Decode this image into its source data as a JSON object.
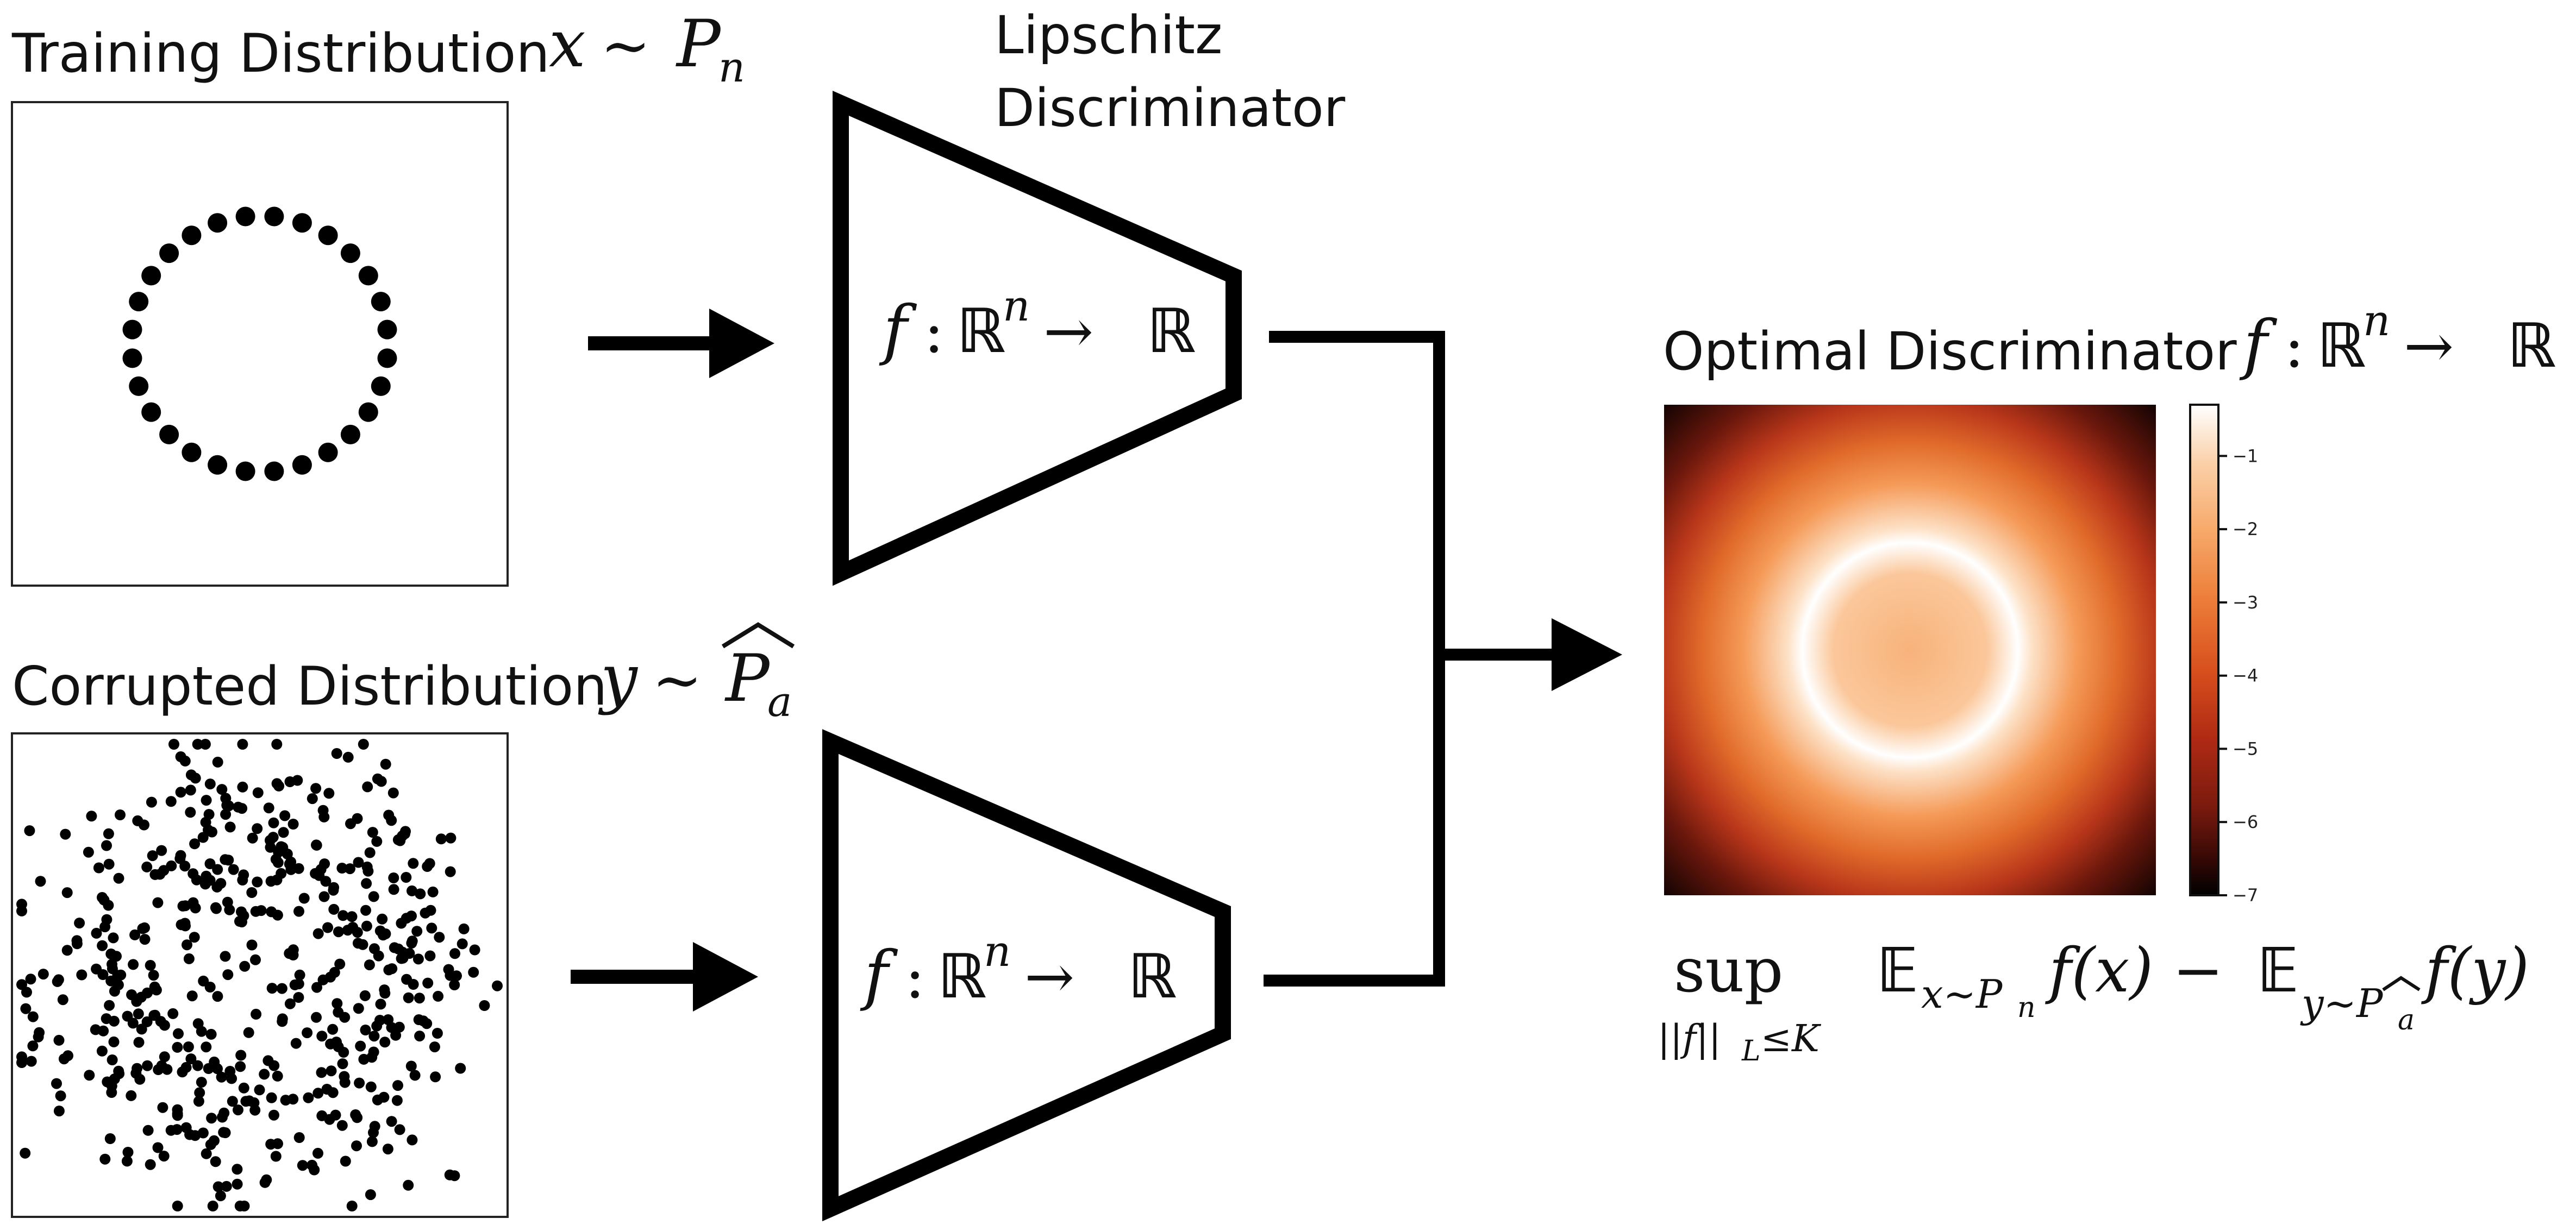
{
  "training": {
    "title": "Training Distribution",
    "math_var": "x",
    "math_sim": "∼",
    "math_dist": "P",
    "math_sub": "n"
  },
  "corrupted": {
    "title": "Corrupted Distribution",
    "math_var": "y",
    "math_sim": "∼",
    "math_dist": "P",
    "math_sub": "a"
  },
  "discriminator": {
    "title_line1": "Lipschitz",
    "title_line2": "Discriminator",
    "func_f": "f",
    "func_colon": ":",
    "func_domain": "ℝ",
    "func_exp": "n",
    "func_arrow": "→",
    "func_codomain": "ℝ"
  },
  "optimal": {
    "title": "Optimal Discriminator",
    "colorbar_ticks": [
      "−1",
      "−2",
      "−3",
      "−4",
      "−5",
      "−6",
      "−7"
    ],
    "colorbar_range": [
      -7,
      -0.3
    ],
    "colormap": [
      "#000000",
      "#3a0a06",
      "#7a1a0e",
      "#b02a14",
      "#d8501e",
      "#ec7c38",
      "#f7a868",
      "#fbd0a8",
      "#ffffff"
    ]
  },
  "objective": {
    "sup": "sup",
    "sup_sub": "||f||",
    "sup_sub_L": "L",
    "sup_sub_rest": "≤K",
    "E": "𝔼",
    "term1_sub": "x∼P",
    "term1_sub_n": "n",
    "term1_f": "f(x) −",
    "term2_sub": "y∼P",
    "term2_sub_a": "a",
    "term2_f": "f(y)"
  }
}
